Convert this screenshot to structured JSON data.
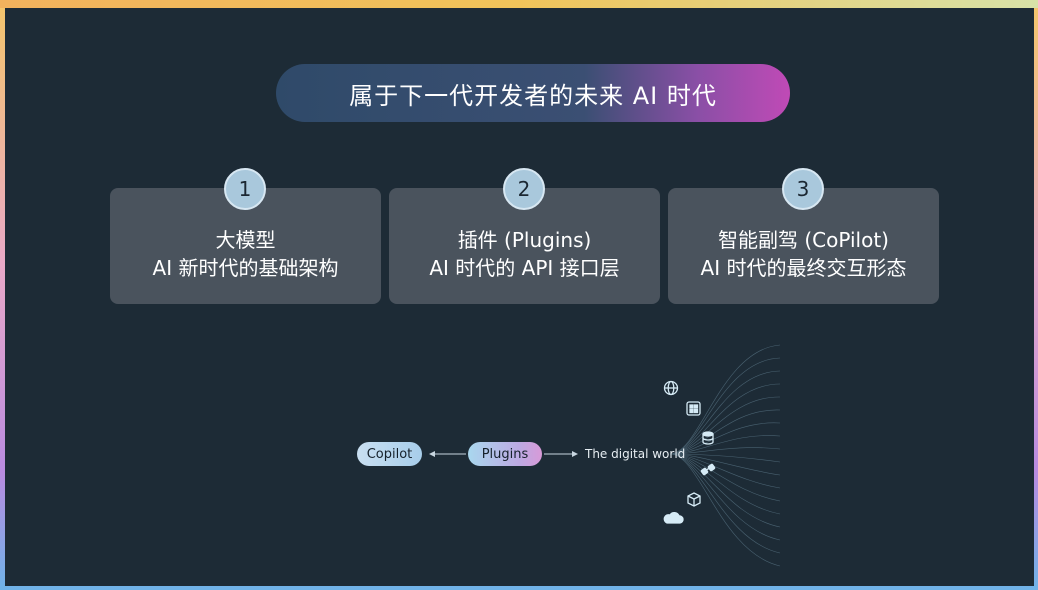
{
  "slide": {
    "title": "属于下一代开发者的未来 AI 时代",
    "cards": [
      {
        "number": "1",
        "line1": "大模型",
        "line2": "AI 新时代的基础架构"
      },
      {
        "number": "2",
        "line1": "插件 (Plugins)",
        "line2": "AI 时代的 API 接口层"
      },
      {
        "number": "3",
        "line1": "智能副驾 (CoPilot)",
        "line2": "AI 时代的最终交互形态"
      }
    ],
    "diagram": {
      "copilot_label": "Copilot",
      "plugins_label": "Plugins",
      "digital_world_label": "The digital world",
      "icons": [
        "globe-icon",
        "apps-grid-icon",
        "database-icon",
        "connector-icon",
        "cube-icon",
        "cloud-icon"
      ]
    }
  }
}
